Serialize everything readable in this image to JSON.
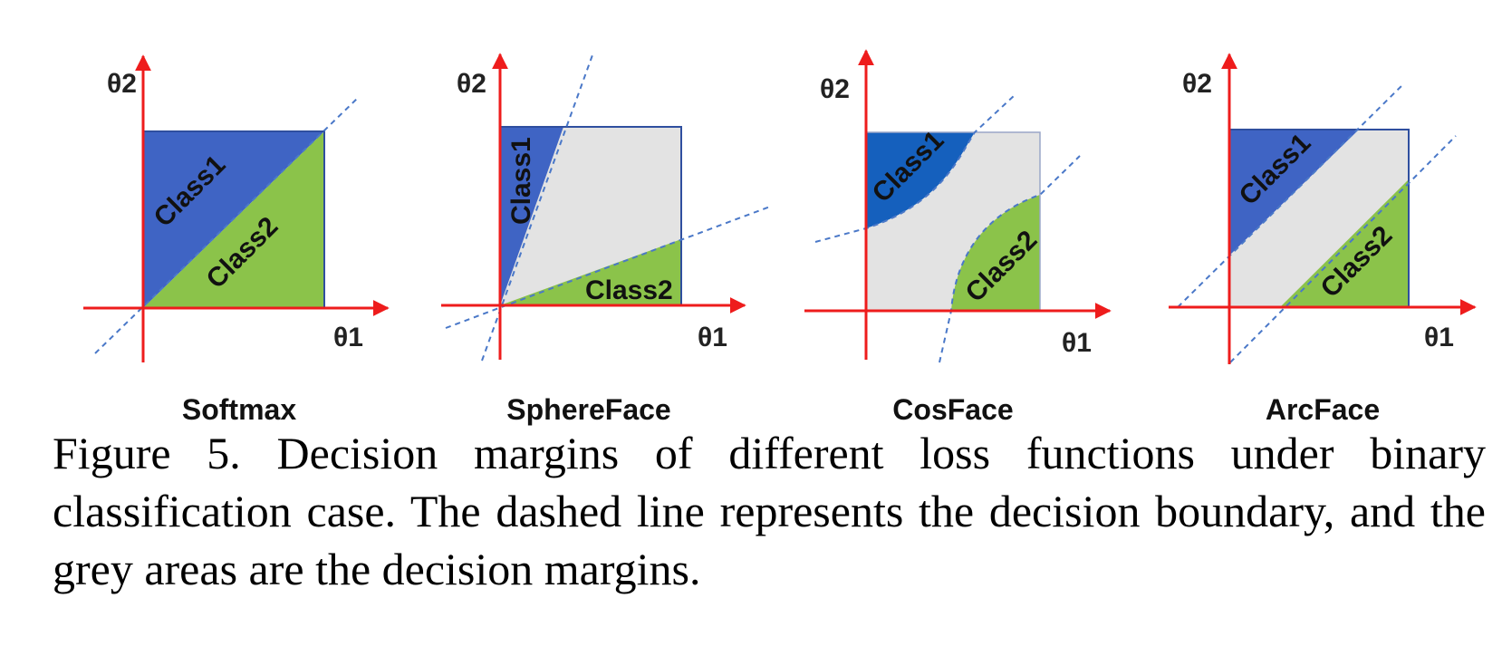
{
  "figure": {
    "panels": [
      {
        "id": "softmax",
        "title": "Softmax",
        "class1": "Class1",
        "class2": "Class2",
        "theta1": "θ1",
        "theta2": "θ2"
      },
      {
        "id": "sphereface",
        "title": "SphereFace",
        "class1": "Class1",
        "class2": "Class2",
        "theta1": "θ1",
        "theta2": "θ2"
      },
      {
        "id": "cosface",
        "title": "CosFace",
        "class1": "Class1",
        "class2": "Class2",
        "theta1": "θ1",
        "theta2": "θ2"
      },
      {
        "id": "arcface",
        "title": "ArcFace",
        "class1": "Class1",
        "class2": "Class2",
        "theta1": "θ1",
        "theta2": "θ2"
      }
    ],
    "colors": {
      "class1": "#3f64c4",
      "class1_cos": "#1560bd",
      "class2": "#8bc34a",
      "margin": "#e3e3e3",
      "axis": "#ee1c1c",
      "boundary": "#4a78c8",
      "border": "#2f4f9f"
    }
  },
  "caption": "Figure 5. Decision margins of different loss functions under binary classification case. The dashed line represents the decision boundary, and the grey areas are the decision margins."
}
